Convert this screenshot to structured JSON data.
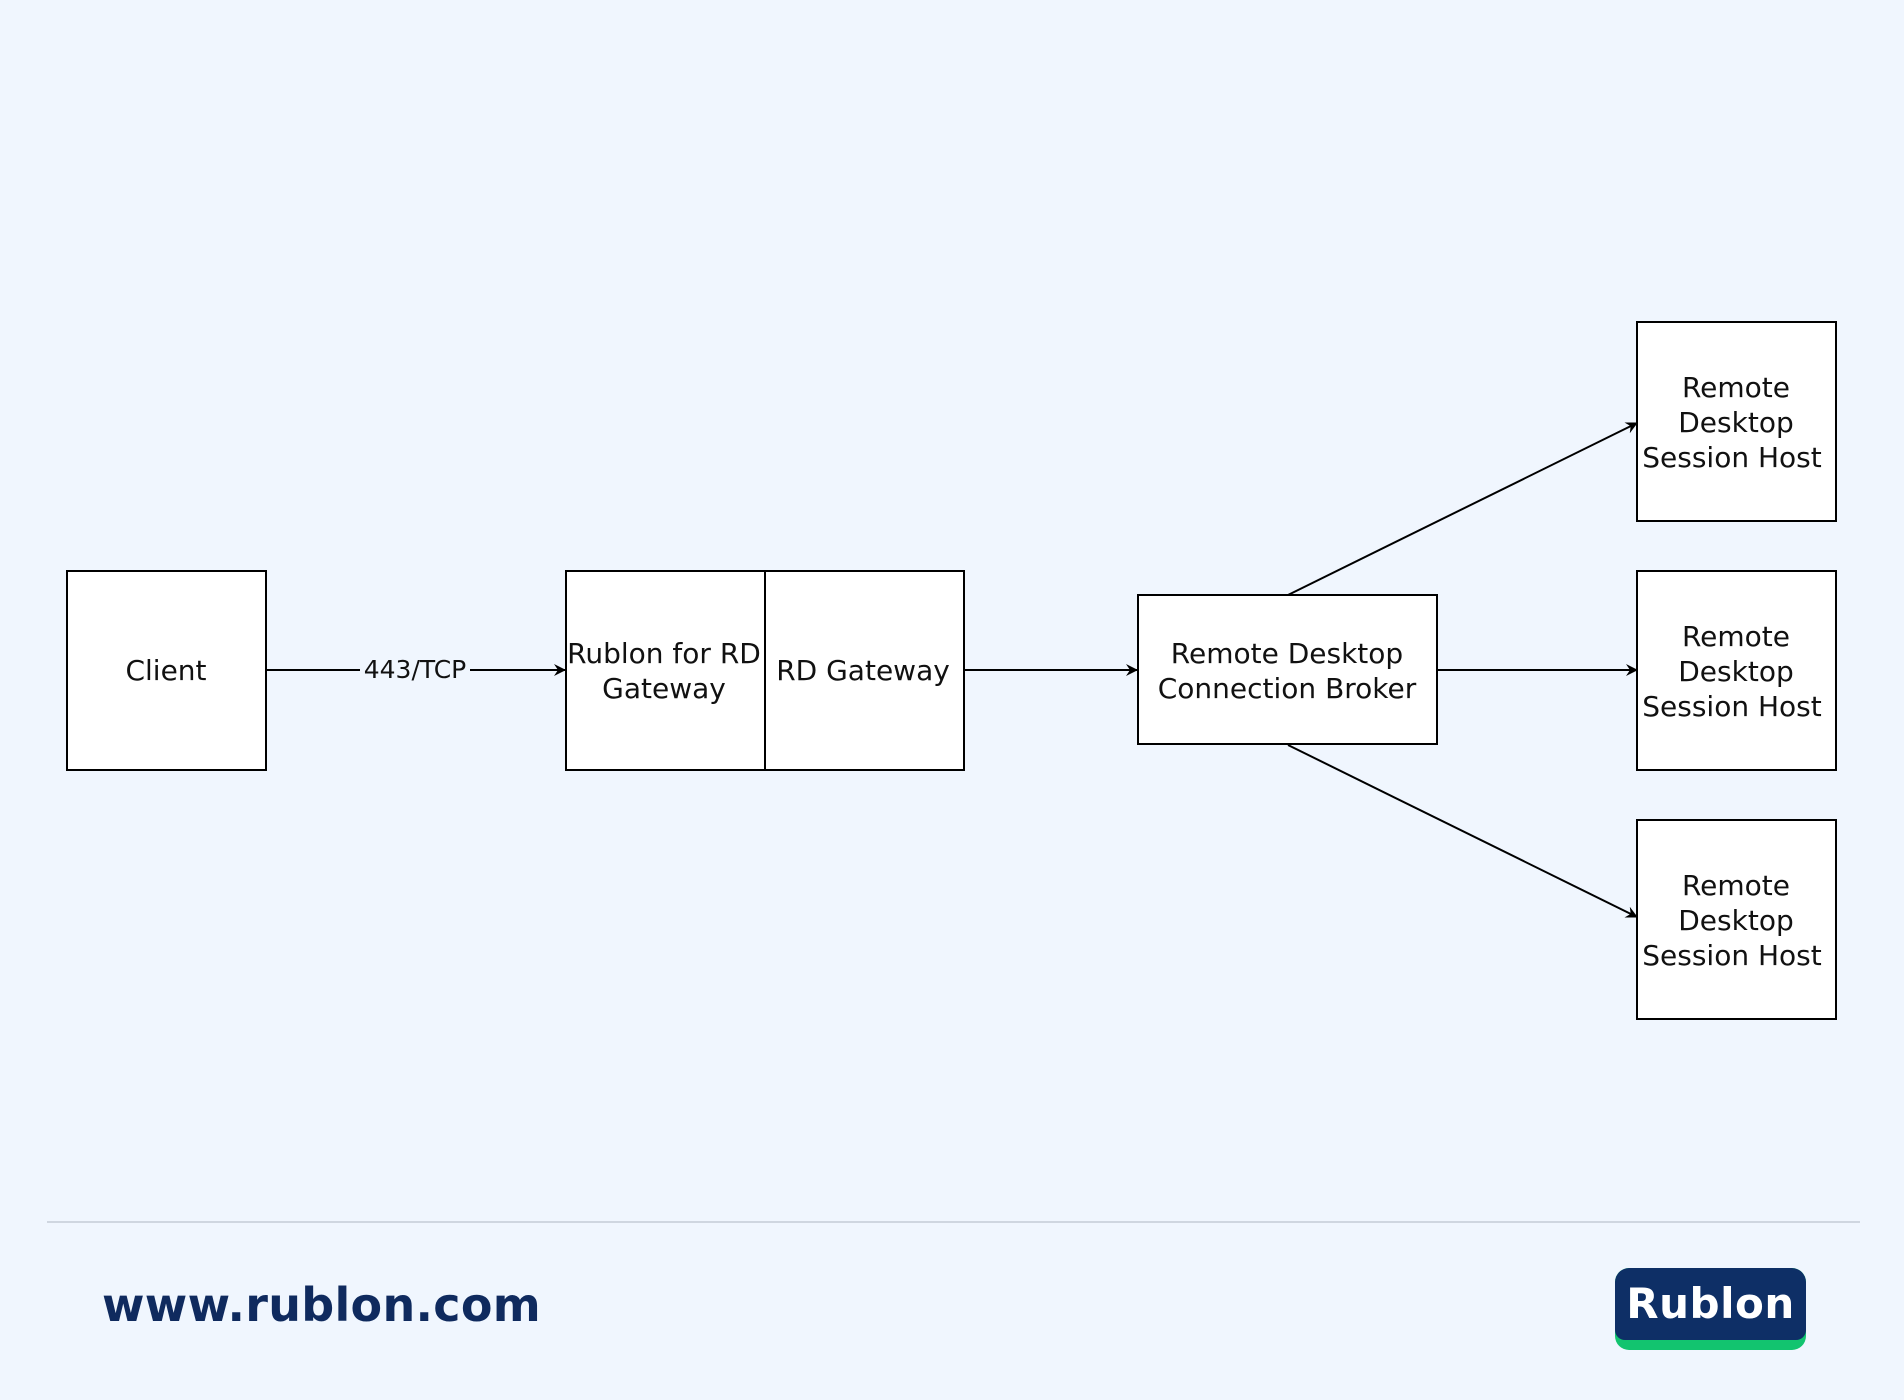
{
  "diagram": {
    "nodes": {
      "client": "Client",
      "rublon": [
        "Rublon for RD",
        "Gateway"
      ],
      "rd_gateway": "RD Gateway",
      "broker": [
        "Remote Desktop",
        "Connection Broker"
      ],
      "session_host_1": [
        "Remote",
        "Desktop",
        "Session Host"
      ],
      "session_host_2": [
        "Remote",
        "Desktop",
        "Session Host"
      ],
      "session_host_3": [
        "Remote",
        "Desktop",
        "Session Host"
      ]
    },
    "edges": {
      "client_to_rublon": "443/TCP"
    }
  },
  "footer": {
    "url": "www.rublon.com",
    "logo_text": "Rublon"
  },
  "colors": {
    "background": "#f0f6fe",
    "line": "#000000",
    "node_fill": "#ffffff",
    "brand_navy": "#0e2f66",
    "brand_green": "#12c46f",
    "url_text": "#0f2a5e"
  }
}
